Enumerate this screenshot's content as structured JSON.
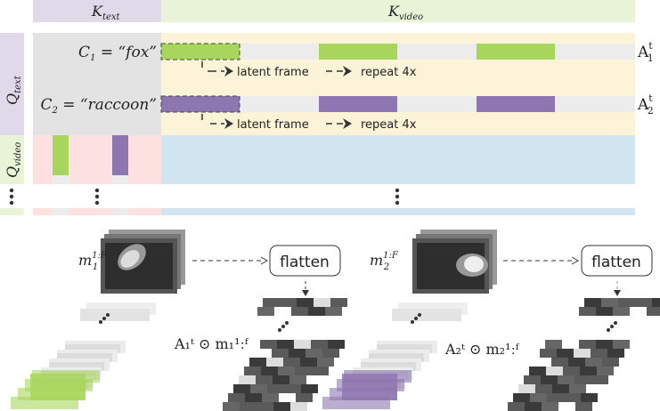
{
  "header": {
    "k_text": {
      "base": "K",
      "sub": "text"
    },
    "k_video": {
      "base": "K",
      "sub": "video"
    }
  },
  "rows": {
    "q_text": {
      "base": "Q",
      "sub": "text"
    },
    "q_video": {
      "base": "Q",
      "sub": "video"
    }
  },
  "concepts": [
    {
      "c": "C",
      "idx": "1",
      "eq": " = “fox”",
      "attn_base": "A",
      "attn_sub": "1",
      "attn_sup": "t",
      "color": "#a8d65c"
    },
    {
      "c": "C",
      "idx": "2",
      "eq": " = “raccoon”",
      "attn_base": "A",
      "attn_sub": "2",
      "attn_sup": "t",
      "color": "#8e77b0"
    }
  ],
  "flow": {
    "latent_frame": "latent frame",
    "repeat": "repeat 4x"
  },
  "masks": [
    {
      "base": "m",
      "sub": "1",
      "sup": "1:F",
      "flatten": "flatten",
      "product": "A₁ᵗ ⊙ m₁¹ːᶠ"
    },
    {
      "base": "m",
      "sub": "2",
      "sup": "1:F",
      "flatten": "flatten",
      "product": "A₂ᵗ ⊙ m₂¹ːᶠ"
    }
  ],
  "product_parts": [
    {
      "a": "A",
      "a_sub": "1",
      "a_sup": "t",
      "op": "⊙",
      "m": "m",
      "m_sub": "1",
      "m_sup": "1:F"
    },
    {
      "a": "A",
      "a_sub": "2",
      "a_sup": "t",
      "op": "⊙",
      "m": "m",
      "m_sub": "2",
      "m_sup": "1:F"
    }
  ],
  "colors": {
    "purple_header": "#e0d9ea",
    "green_header": "#e8f3d8",
    "gray_block": "#e3e3e3",
    "yellow_block": "#fdf3d8",
    "pink_block": "#fde0e0",
    "blue_block": "#d2e6f2",
    "green": "#a8d65c",
    "purple": "#8e77b0"
  }
}
